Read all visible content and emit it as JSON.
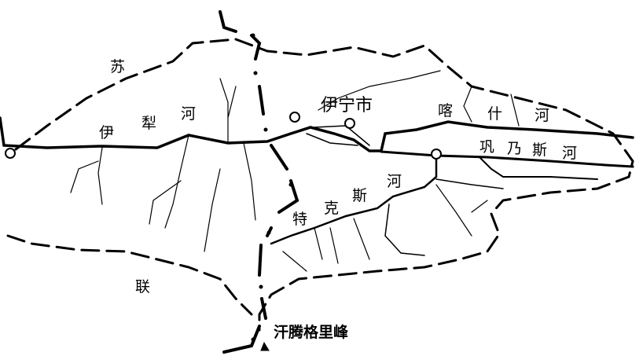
{
  "map": {
    "labels": {
      "country_part1": "苏",
      "country_part2": "联",
      "yili_river": [
        "伊",
        "犁",
        "河"
      ],
      "yining_city": "伊宁市",
      "kashi_river": [
        "喀",
        "什",
        "河"
      ],
      "gongnaisi_river": [
        "巩",
        "乃",
        "斯",
        "河"
      ],
      "tekesi_river": [
        "特",
        "克",
        "斯",
        "河"
      ],
      "peak": "汗腾格里峰"
    },
    "colors": {
      "ink": "#000000",
      "paper": "#ffffff"
    }
  }
}
